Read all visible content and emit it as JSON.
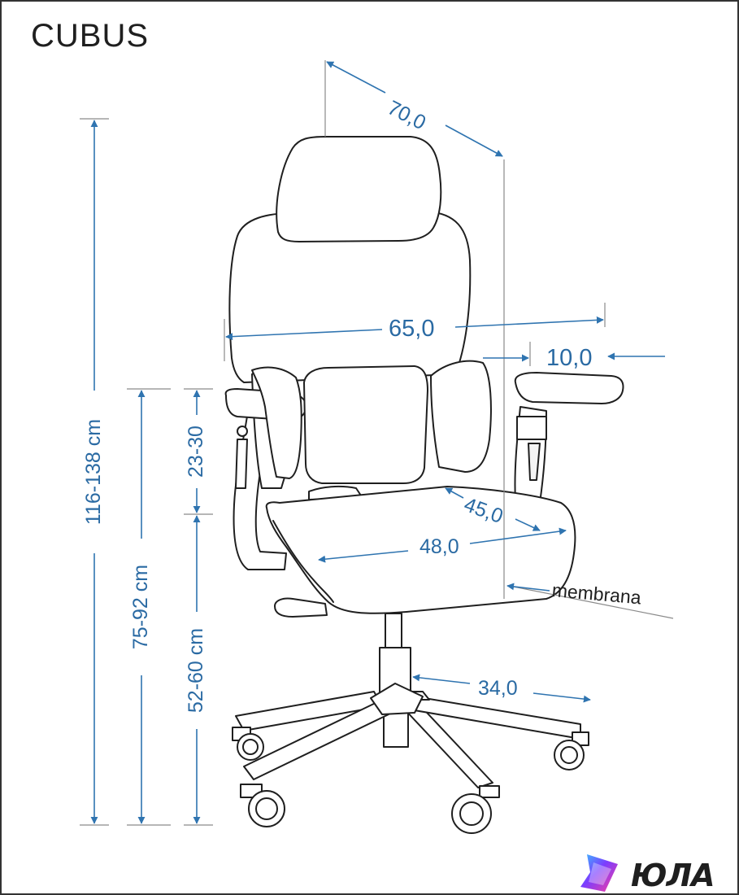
{
  "title": "CUBUS",
  "dimensions": {
    "depth_total": "70,0",
    "width_total": "65,0",
    "armrest_offset": "10,0",
    "seat_depth": "45,0",
    "seat_width": "48,0",
    "base_radius": "34,0",
    "material_label": "membrana",
    "height_total": "116-138 cm",
    "armrest_height": "75-92 cm",
    "backrest_adjust": "23-30",
    "seat_height": "52-60 cm"
  },
  "brand": {
    "name": "ЮЛА",
    "icon": "yula-logo-icon"
  },
  "colors": {
    "line": "#1f1f1f",
    "dimension_blue": "#2f74b0",
    "dimension_text": "#2a6aa3",
    "guide_gray": "#8a8a8a",
    "frame": "#333333"
  }
}
